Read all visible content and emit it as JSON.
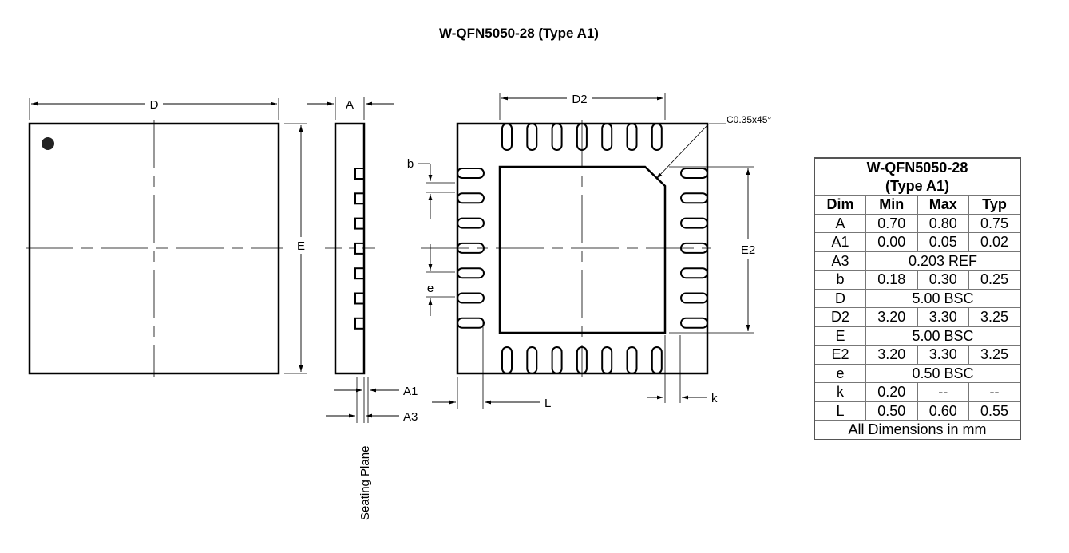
{
  "title": "W-QFN5050-28 (Type A1)",
  "labels": {
    "D": "D",
    "E": "E",
    "A": "A",
    "A1": "A1",
    "A3": "A3",
    "D2": "D2",
    "E2": "E2",
    "b": "b",
    "e": "e",
    "L": "L",
    "k": "k",
    "chamfer": "C0.35x45°",
    "seating_plane": "Seating Plane"
  },
  "table": {
    "title_line1": "W-QFN5050-28",
    "title_line2": "(Type A1)",
    "headers": [
      "Dim",
      "Min",
      "Max",
      "Typ"
    ],
    "rows": [
      {
        "dim": "A",
        "min": "0.70",
        "max": "0.80",
        "typ": "0.75"
      },
      {
        "dim": "A1",
        "min": "0.00",
        "max": "0.05",
        "typ": "0.02"
      },
      {
        "dim": "A3",
        "span": "0.203 REF"
      },
      {
        "dim": "b",
        "min": "0.18",
        "max": "0.30",
        "typ": "0.25"
      },
      {
        "dim": "D",
        "span": "5.00 BSC"
      },
      {
        "dim": "D2",
        "min": "3.20",
        "max": "3.30",
        "typ": "3.25"
      },
      {
        "dim": "E",
        "span": "5.00 BSC"
      },
      {
        "dim": "E2",
        "min": "3.20",
        "max": "3.30",
        "typ": "3.25"
      },
      {
        "dim": "e",
        "span": "0.50 BSC"
      },
      {
        "dim": "k",
        "min": "0.20",
        "max": "--",
        "typ": "--"
      },
      {
        "dim": "L",
        "min": "0.50",
        "max": "0.60",
        "typ": "0.55"
      }
    ],
    "footer": "All Dimensions in mm"
  }
}
